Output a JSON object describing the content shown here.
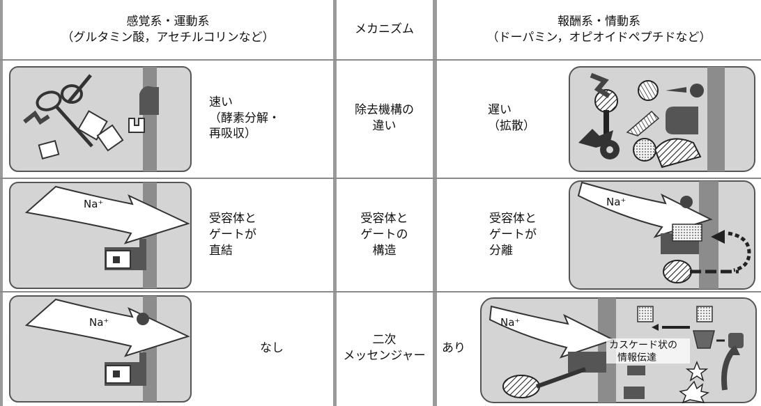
{
  "header": {
    "left": "感覚系・運動系\n（グルタミン酸，アセチルコリンなど）",
    "mid": "メカニズム",
    "right": "報酬系・情動系\n（ドーパミン，オピオイドペプチドなど）"
  },
  "rows": [
    {
      "left_text": "速い\n（酵素分解・\n再吸収）",
      "mid_text": "除去機構の\n違い",
      "right_text": "遅い\n（拡散）"
    },
    {
      "left_text": "受容体と\nゲートが\n直結",
      "mid_text": "受容体と\nゲートの\n構造",
      "right_text": "受容体と\nゲートが\n分離"
    },
    {
      "left_text": "なし",
      "mid_text": "二次\nメッセンジャー",
      "right_text": "あり"
    }
  ],
  "labels": {
    "na_ion": "Na⁺",
    "cascade": "カスケード状の\n情報伝達"
  },
  "colors": {
    "panel_bg": "#d4d4d4",
    "membrane": "#8c8c8c",
    "grid_line": "#8a8a8a"
  }
}
